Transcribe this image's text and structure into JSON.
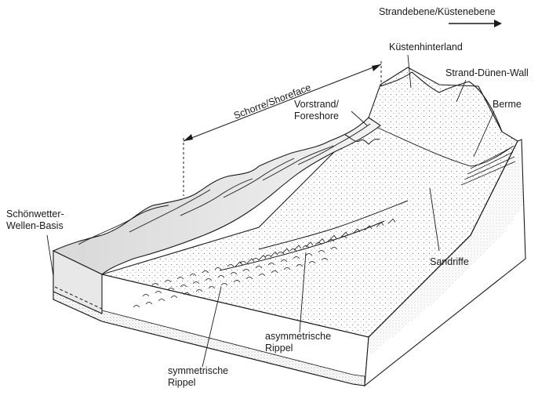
{
  "direction_arrow": {
    "label": "Strandebene/Küstenebene"
  },
  "measure": {
    "label": "Schorre/Shoreface"
  },
  "labels": {
    "kuestenhinterland": "Küstenhinterland",
    "strand_duenen_wall": "Strand-Dünen-Wall",
    "berme": "Berme",
    "vorstrand_line1": "Vorstrand/",
    "vorstrand_line2": "Foreshore",
    "schoenwetter_line1": "Schönwetter-",
    "schoenwetter_line2": "Wellen-Basis",
    "sandriffe": "Sandriffe",
    "asym_line1": "asymmetrische",
    "asym_line2": "Rippel",
    "sym_line1": "symmetrische",
    "sym_line2": "Rippel"
  },
  "colors": {
    "line": "#1a1a1a",
    "water_shade": "#e4e4e4",
    "sand_light": "#f7f7f7",
    "block_side": "#ffffff"
  }
}
